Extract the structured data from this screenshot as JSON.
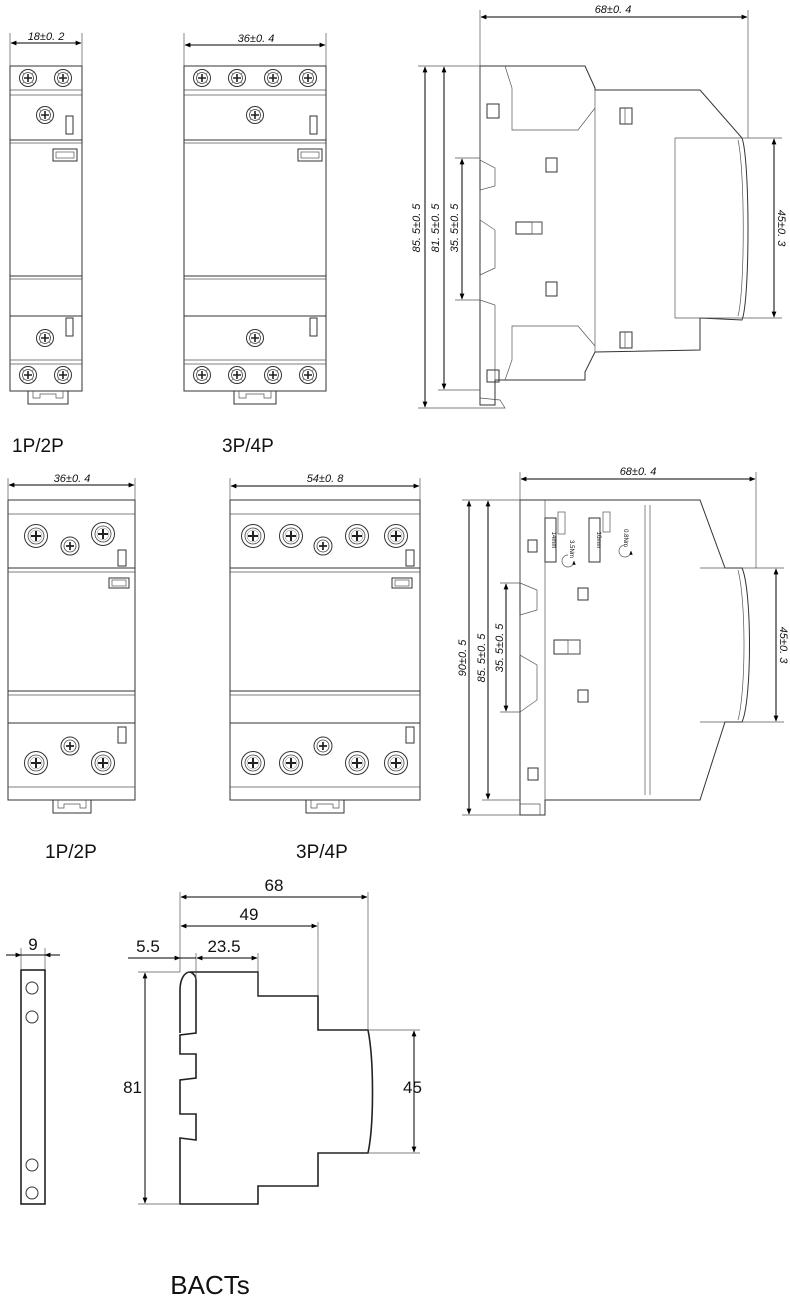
{
  "top_row": {
    "front_1p2p": {
      "width_dim": "18±0. 2"
    },
    "front_3p4p": {
      "width_dim": "36±0. 4"
    },
    "side": {
      "width_dim": "68±0. 4",
      "h1": "85. 5±0. 5",
      "h2": "81. 5±0. 5",
      "h3": "35. 5±0. 5",
      "h4": "45±0. 3"
    },
    "caption_left": "1P/2P",
    "caption_right": "3P/4P"
  },
  "middle_row": {
    "front_1p2p": {
      "width_dim": "36±0. 4"
    },
    "front_3p4p": {
      "width_dim": "54±0. 8"
    },
    "side": {
      "width_dim": "68±0. 4",
      "h1": "90±0. 5",
      "h2": "85. 5±0. 5",
      "h3": "35. 5±0. 5",
      "h4": "45±0. 3",
      "note_14mm": "14mm",
      "note_35nm": "3.5Nm",
      "note_10mm": "10mm",
      "note_08nm": "0.8Nm"
    },
    "caption_left": "1P/2P",
    "caption_right": "3P/4P"
  },
  "bottom_row": {
    "aux_width": "9",
    "d68": "68",
    "d49": "49",
    "d55": "5.5",
    "d235": "23.5",
    "d81": "81",
    "d45": "45",
    "caption": "BACTs"
  }
}
